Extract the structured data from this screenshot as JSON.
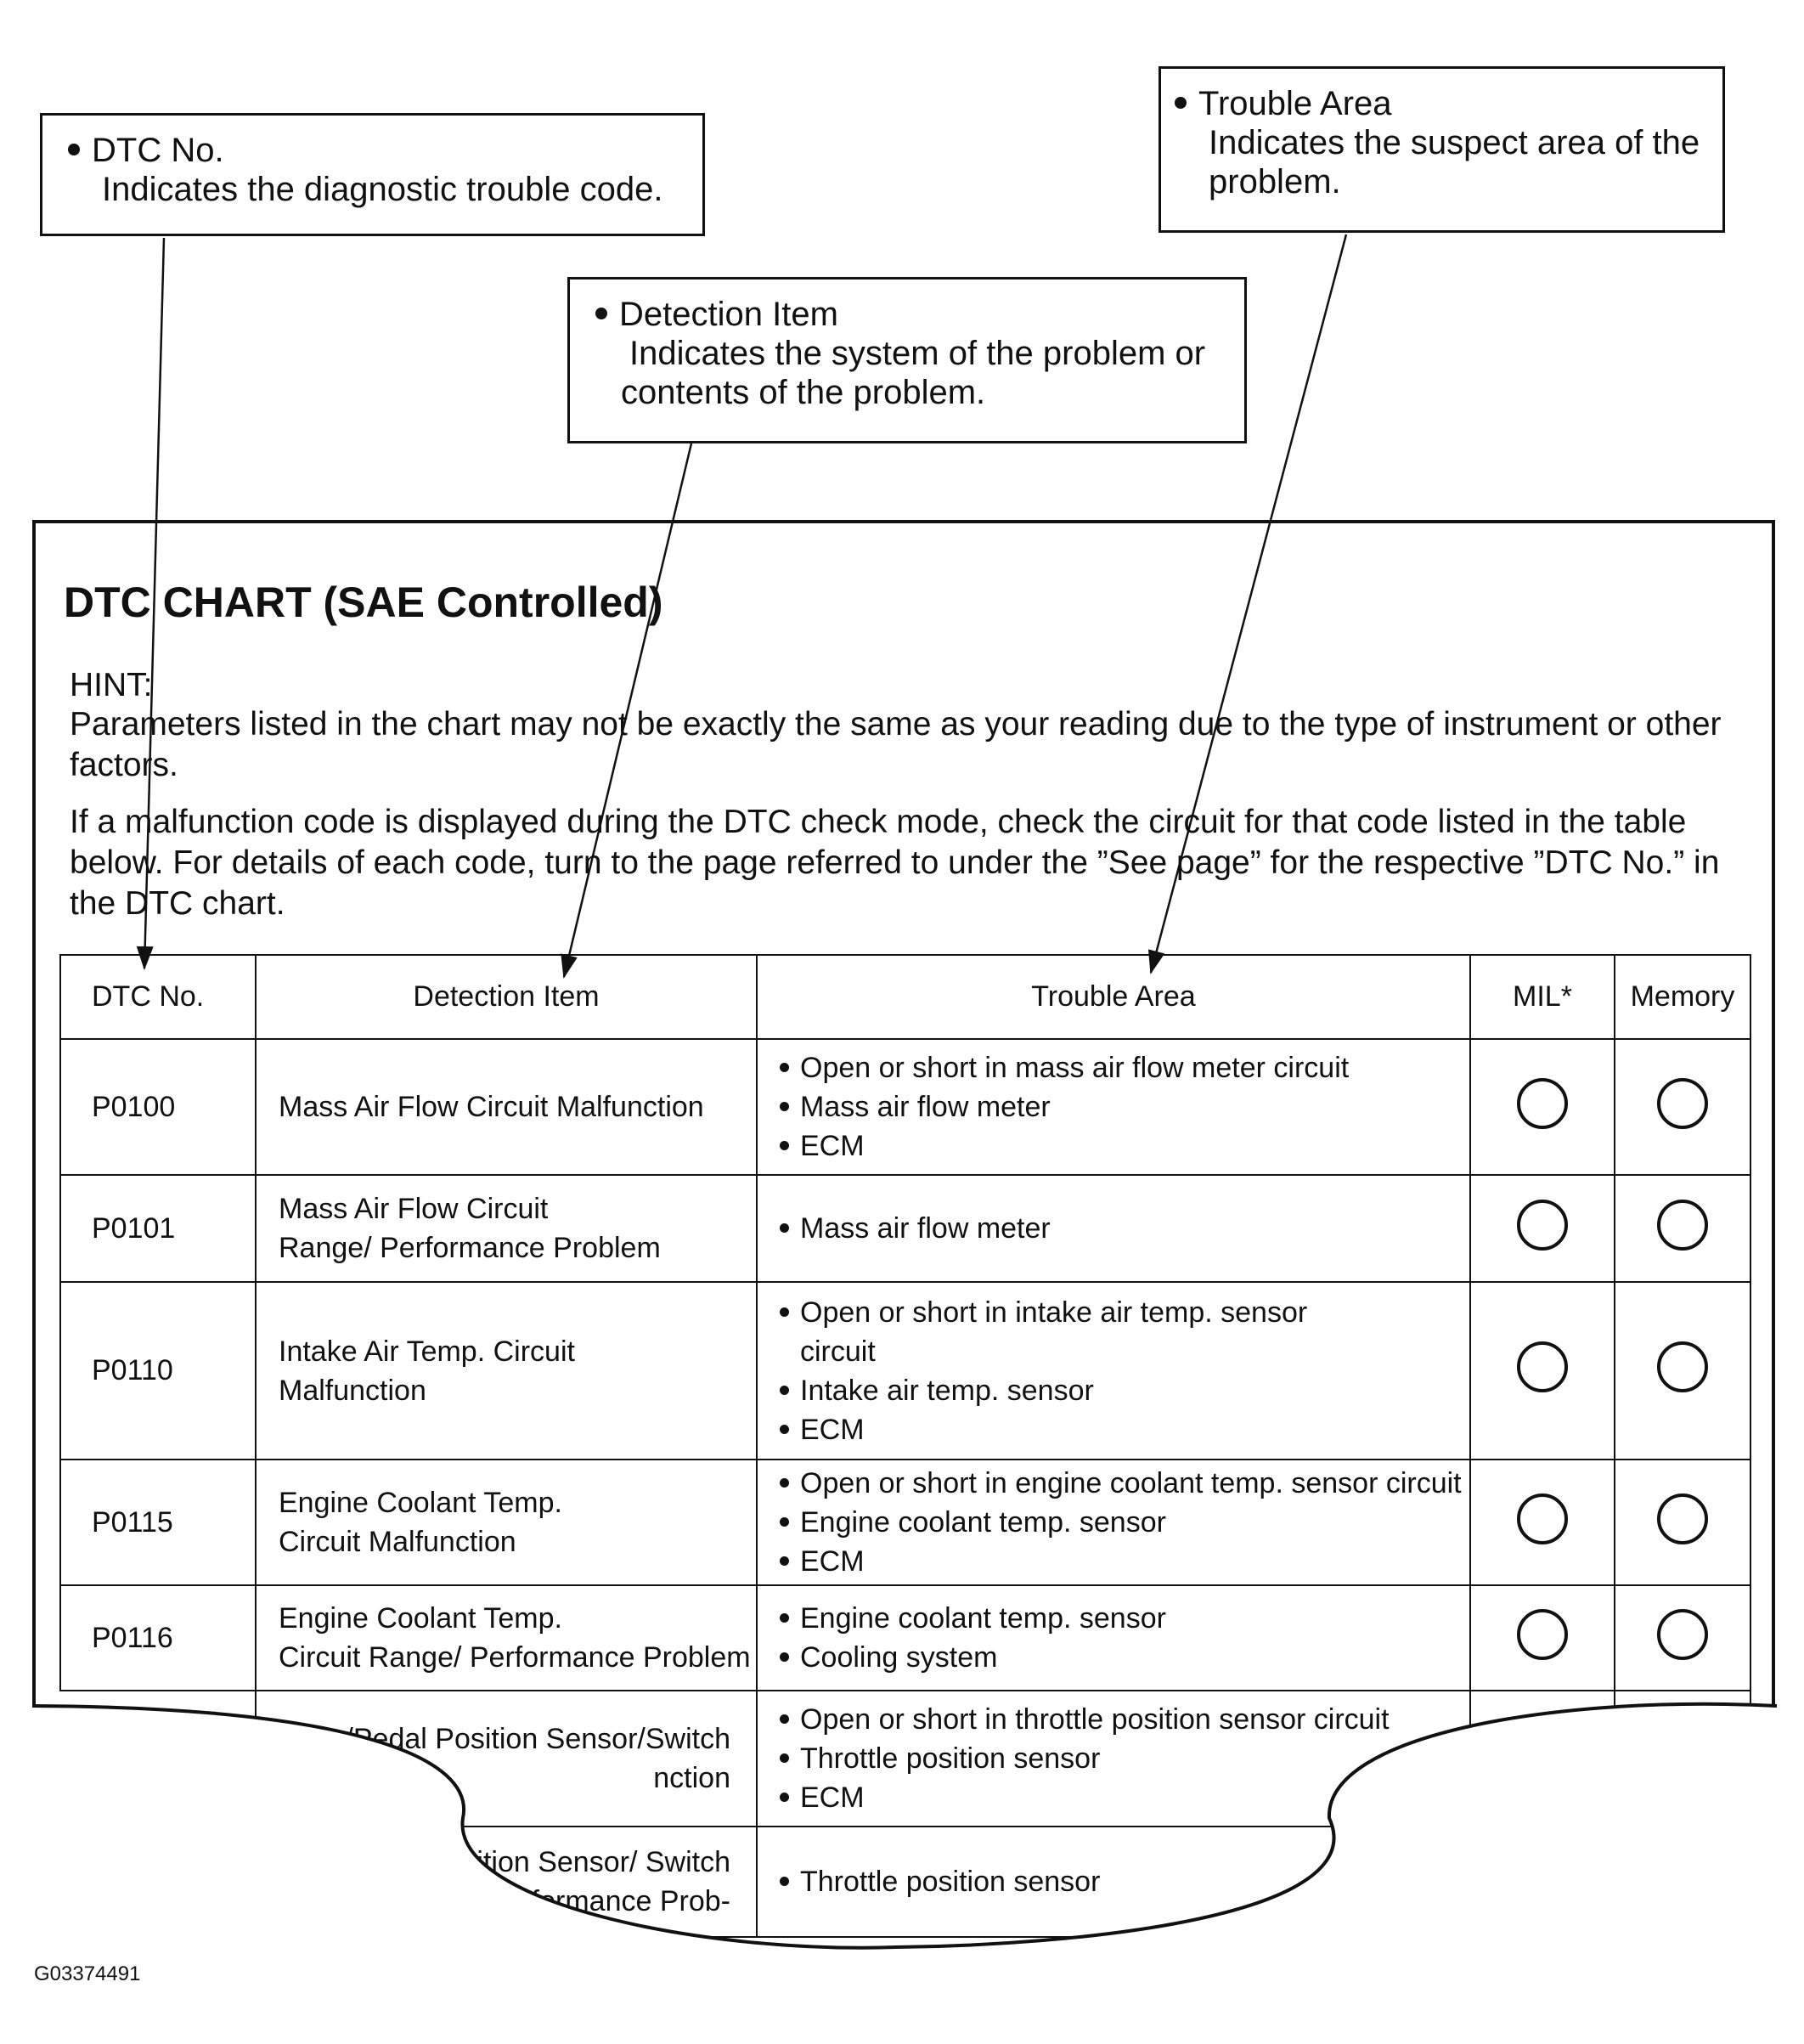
{
  "callouts": {
    "dtc": {
      "heading": "DTC No.",
      "desc": "Indicates the diagnostic trouble code."
    },
    "detection": {
      "heading": "Detection Item",
      "desc_1": "Indicates the system of the problem or",
      "desc_2": "contents of the problem."
    },
    "trouble": {
      "heading": "Trouble Area",
      "desc_1": "Indicates the suspect area of the",
      "desc_2": "problem."
    }
  },
  "chart": {
    "title": "DTC CHART (SAE Controlled)",
    "hint_label": "HINT:",
    "para1": "Parameters listed in the chart may not be exactly the same as your reading due to the type of instrument or other factors.",
    "para2": "If a malfunction code is displayed during the DTC check mode, check the circuit for that code listed in the table below. For details of each code, turn to the page referred to under the ”See page” for the respective ”DTC No.” in the DTC chart."
  },
  "table": {
    "headers": {
      "dtc": "DTC No.",
      "detection": "Detection Item",
      "area": "Trouble Area",
      "mil": "MIL*",
      "memory": "Memory"
    },
    "rows": [
      {
        "dtc": "P0100",
        "det_1": "Mass Air Flow Circuit Malfunction",
        "det_2": "",
        "area_1": "Open or short in mass air flow meter circuit",
        "area_2": "Mass air flow meter",
        "area_3": "ECM"
      },
      {
        "dtc": "P0101",
        "det_1": "Mass Air Flow Circuit",
        "det_2": "Range/ Performance Problem",
        "area_1": "Mass air flow meter"
      },
      {
        "dtc": "P0110",
        "det_1": "Intake Air Temp. Circuit",
        "det_2": "Malfunction",
        "area_1": "Open or short in intake air temp. sensor",
        "area_1b": "circuit",
        "area_2": "Intake air temp. sensor",
        "area_3": "ECM"
      },
      {
        "dtc": "P0115",
        "det_1": "Engine Coolant Temp.",
        "det_2": "Circuit Malfunction",
        "area_1": "Open or short in engine coolant temp. sensor circuit",
        "area_2": "Engine coolant temp. sensor",
        "area_3": "ECM"
      },
      {
        "dtc": "P0116",
        "det_1": "Engine Coolant Temp.",
        "det_2": "Circuit Range/ Performance Problem",
        "area_1": "Engine coolant temp. sensor",
        "area_2": "Cooling system"
      }
    ],
    "partial_rows": [
      {
        "det_1": "/Pedal Position Sensor/Switch",
        "det_2": "nction",
        "area_1": "Open or short in throttle position sensor circuit",
        "area_2": "Throttle position sensor",
        "area_3": "ECM"
      },
      {
        "det_1": "sition Sensor/ Switch",
        "det_2": "formance Prob-",
        "area_1": "Throttle position sensor"
      }
    ]
  },
  "figure_id": "G03374491"
}
